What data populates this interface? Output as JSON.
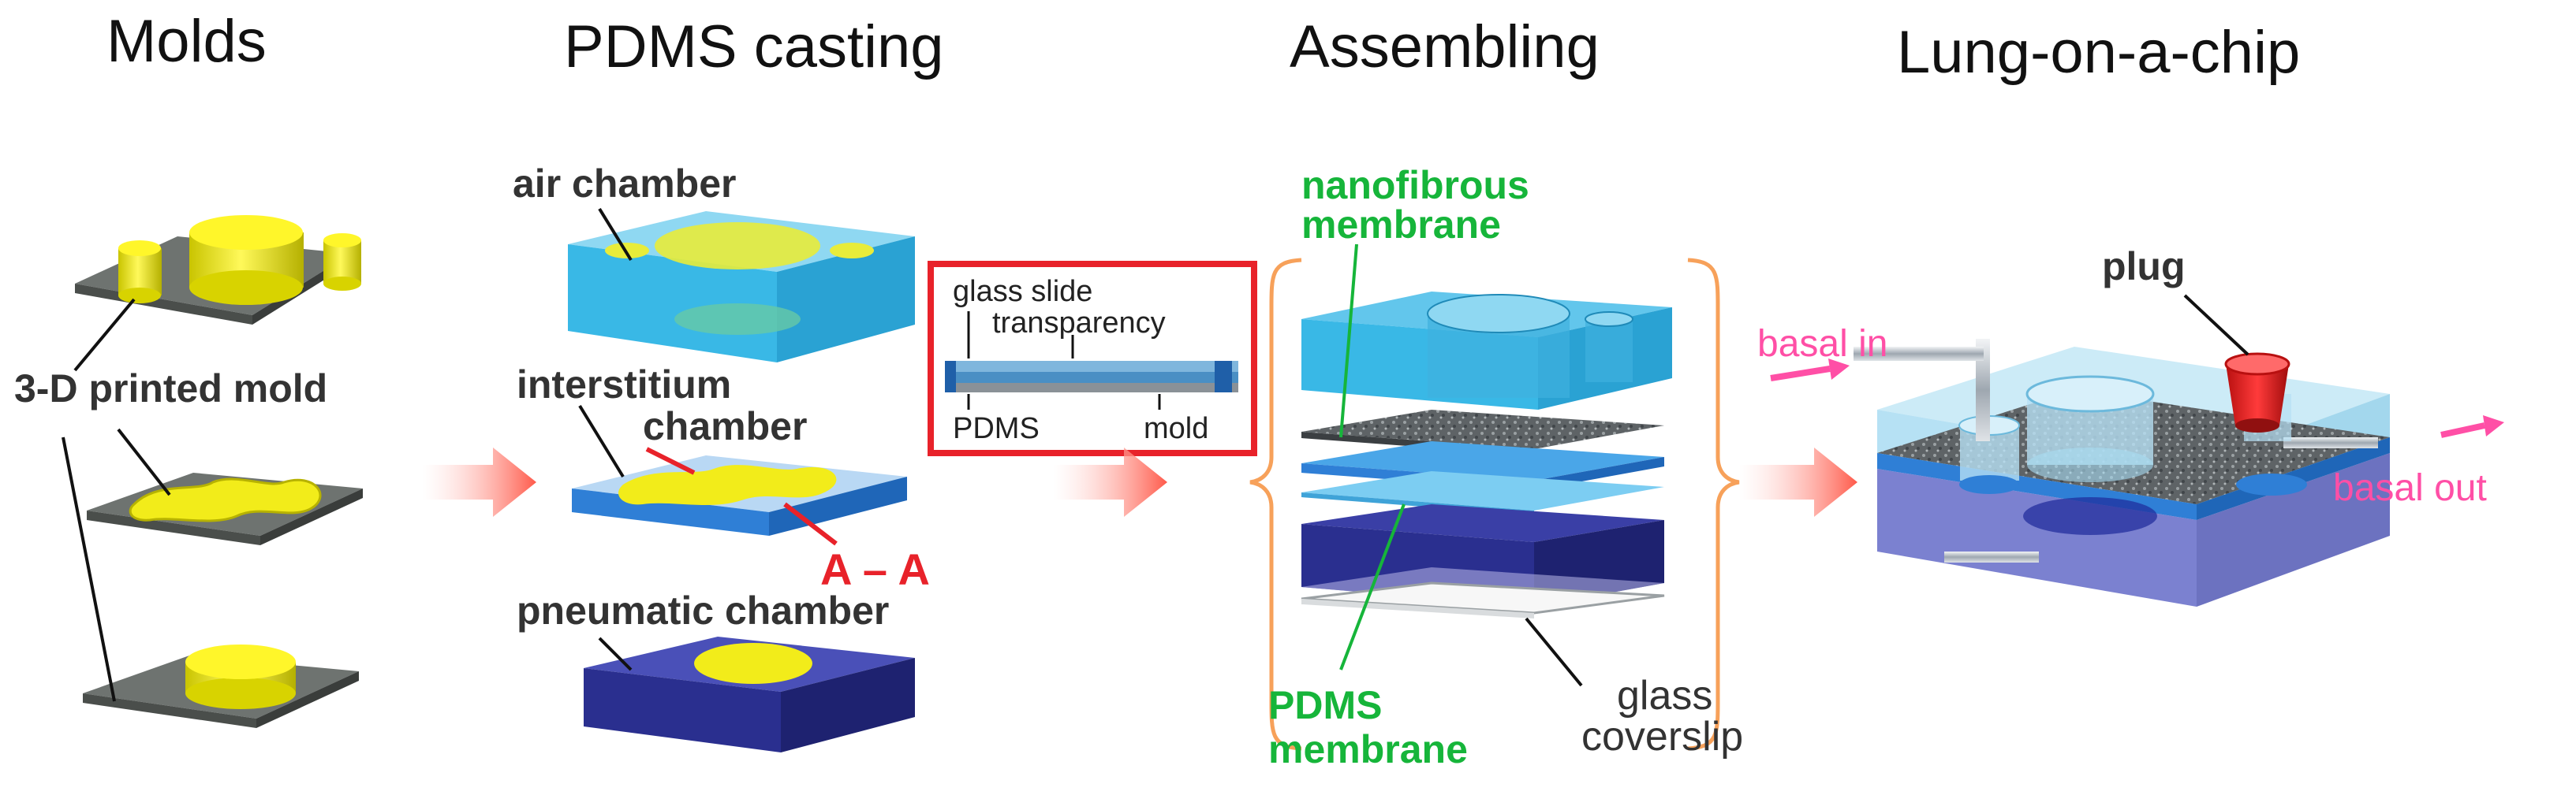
{
  "headings": {
    "molds": "Molds",
    "pdms_casting": "PDMS casting",
    "assembling": "Assembling",
    "lung_on_chip": "Lung-on-a-chip"
  },
  "labels": {
    "printed_mold": "3-D printed mold",
    "air_chamber": "air chamber",
    "interstitium_line1": "interstitium",
    "interstitium_line2": "chamber",
    "section": "A – A",
    "pneumatic_chamber": "pneumatic chamber",
    "glass_slide": "glass slide",
    "transparency": "transparency",
    "pdms": "PDMS",
    "mold": "mold",
    "nanofibrous_line1": "nanofibrous",
    "nanofibrous_line2": "membrane",
    "pdms_membrane_line1": "PDMS",
    "pdms_membrane_line2": "membrane",
    "glass_coverslip_line1": "glass",
    "glass_coverslip_line2": "coverslip",
    "plug": "plug",
    "basal_in": "basal in",
    "basal_out": "basal out"
  },
  "colors": {
    "mold_yellow": "#f2ec1a",
    "mold_base": "#6e7370",
    "air_cyan": "#39b8e6",
    "interstitium_blue": "#2f7fd6",
    "pneumatic_navy": "#2a2f8f",
    "arrow": "#ff7a6a",
    "green_label": "#16b53a",
    "pink_label": "#ff4fa6",
    "red_box": "#e8222a",
    "bracket": "#f7a15a",
    "plug_red": "#e02020"
  }
}
